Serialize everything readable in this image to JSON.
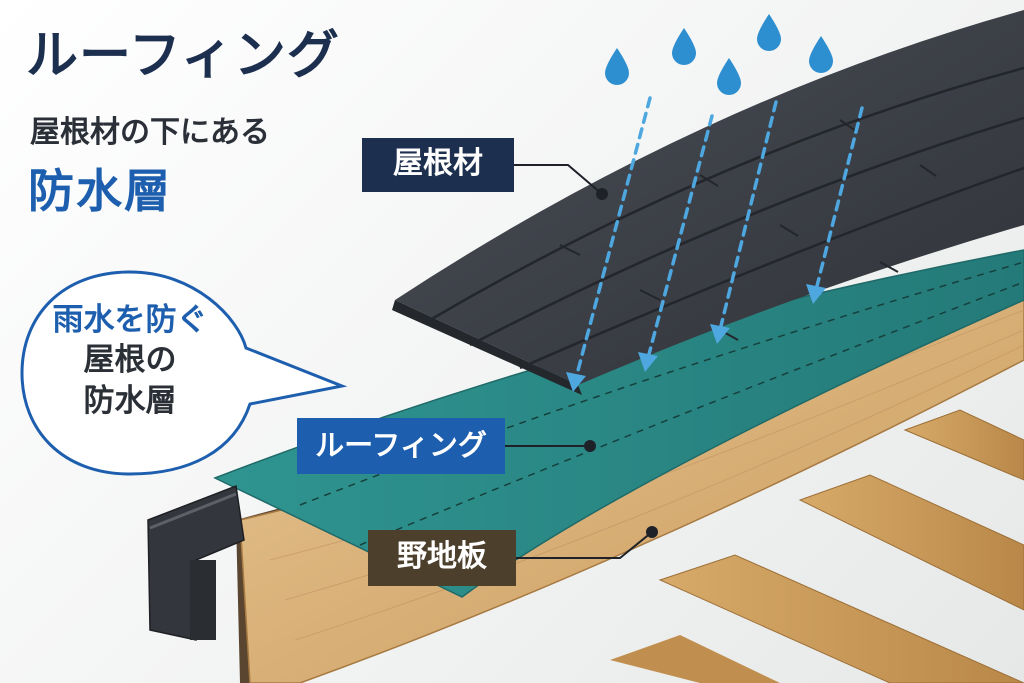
{
  "header": {
    "title": "ルーフィング",
    "subtitle": "屋根材の下にある",
    "headline": "防水層"
  },
  "speech_bubble": {
    "line1": "雨水を防ぐ",
    "line2": "屋根の",
    "line3": "防水層"
  },
  "labels": {
    "roofing_material": "屋根材",
    "roofing": "ルーフィング",
    "sheathing": "野地板"
  },
  "colors": {
    "navy": "#1c2f4f",
    "blue": "#1d5fae",
    "brown": "#4c3f2b",
    "membrane": "#2c8a86",
    "wood": "#d8b27c",
    "shingle": "#3a3d44",
    "rain": "#4ea7df"
  },
  "icons": [
    "raindrop-icon",
    "gutter-icon"
  ]
}
